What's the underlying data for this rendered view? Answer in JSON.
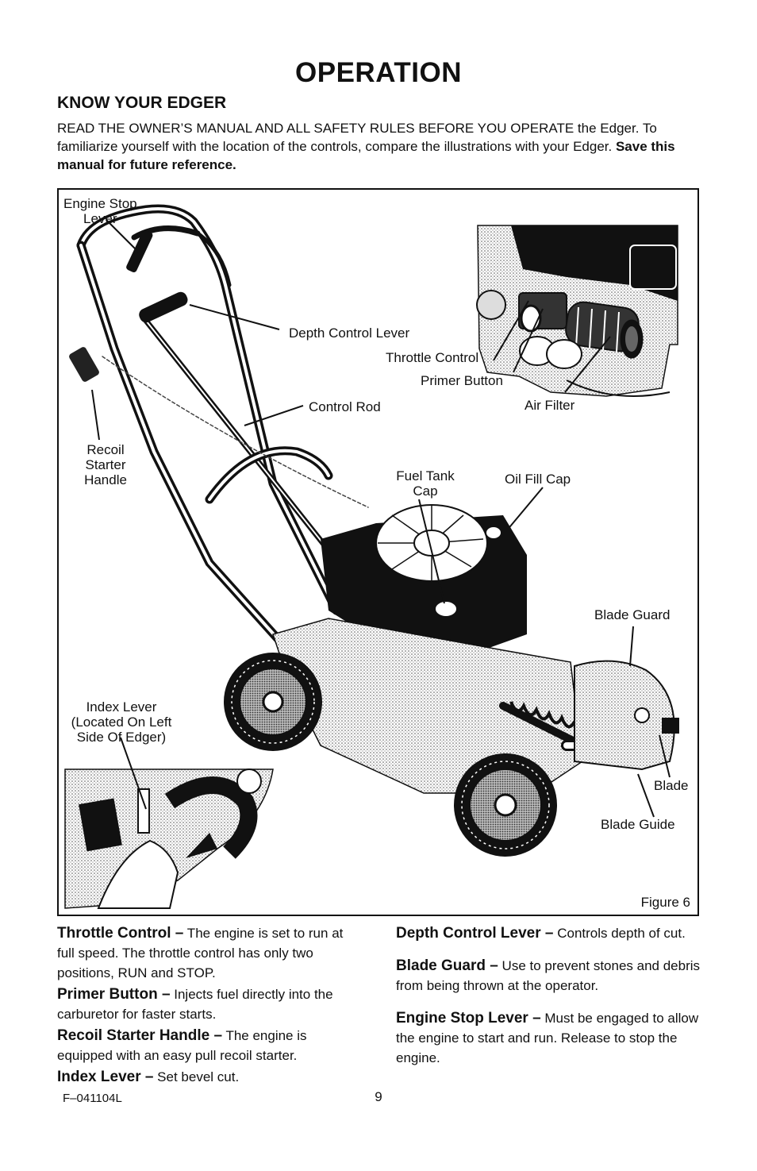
{
  "page": {
    "title": "OPERATION",
    "section_title": "KNOW YOUR EDGER",
    "intro_text": "READ THE OWNER’S MANUAL AND ALL SAFETY RULES BEFORE YOU OPERATE the Edger. To familiarize yourself with the location of the controls, compare the illustrations with your Edger.",
    "intro_bold": "Save this manual for future reference."
  },
  "figure": {
    "caption": "Figure 6",
    "labels": {
      "engine_stop_lever": "Engine Stop\nLever",
      "depth_control_lever": "Depth Control Lever",
      "throttle_control": "Throttle Control",
      "primer_button": "Primer Button",
      "air_filter": "Air Filter",
      "control_rod": "Control Rod",
      "recoil_starter_handle": "Recoil\nStarter\nHandle",
      "fuel_tank_cap": "Fuel Tank\nCap",
      "oil_fill_cap": "Oil Fill Cap",
      "blade_guard": "Blade Guard",
      "index_lever": "Index Lever\n(Located On Left\nSide Of Edger)",
      "blade": "Blade",
      "blade_guide": "Blade Guide"
    }
  },
  "descriptions": {
    "left": [
      {
        "term": "Throttle Control –",
        "text": " The engine is set to run at full speed. The throttle control has only two positions, RUN and STOP."
      },
      {
        "term": "Primer Button –",
        "text": " Injects fuel directly into the carburetor for faster starts."
      },
      {
        "term": "Recoil Starter Handle –",
        "text": " The engine is equipped with an easy pull recoil starter."
      },
      {
        "term": "Index Lever –",
        "text": " Set bevel cut."
      }
    ],
    "right": [
      {
        "term": "Depth Control Lever –",
        "text": " Controls depth of cut."
      },
      {
        "term": "Blade Guard –",
        "text": " Use to prevent stones and debris from being thrown at the operator."
      },
      {
        "term": "Engine Stop Lever –",
        "text": " Must be engaged to allow the engine to start and run. Release to stop the engine."
      }
    ]
  },
  "footer": {
    "code": "F–041104L",
    "page_number": "9"
  }
}
